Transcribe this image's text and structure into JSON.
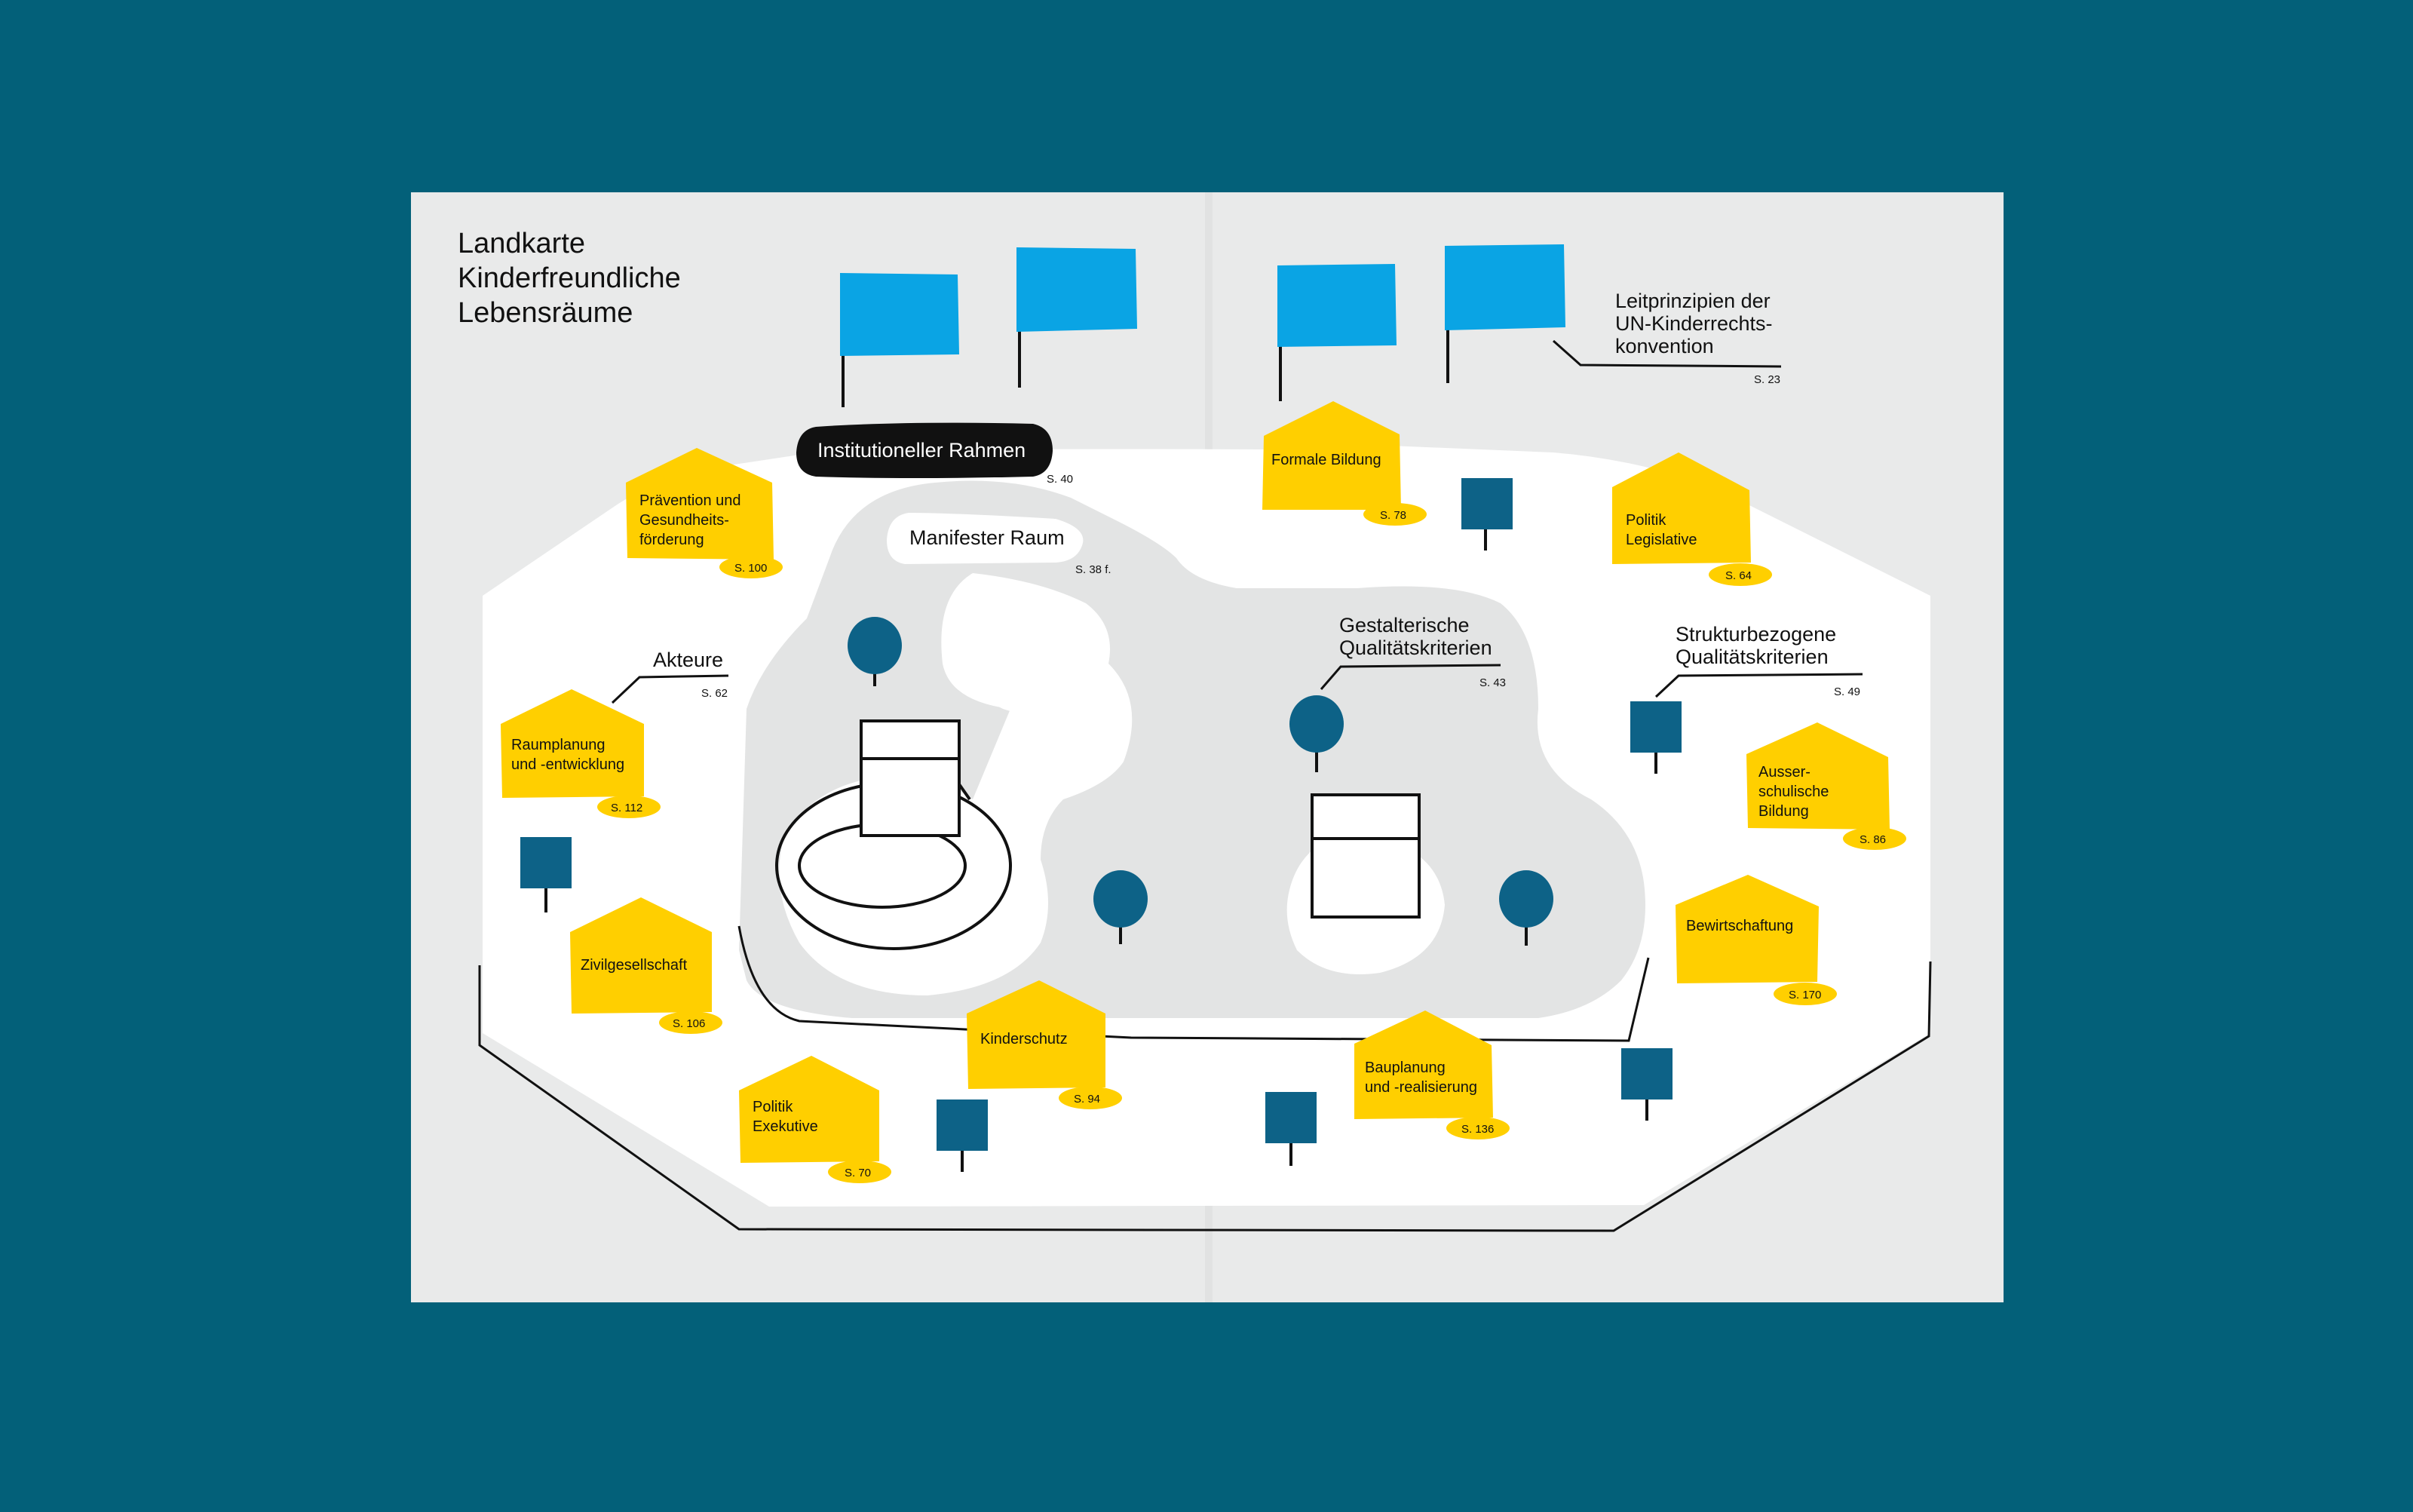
{
  "title": [
    "Landkarte",
    "Kinderfreundliche",
    "Lebensräume"
  ],
  "colors": {
    "background": "#036079",
    "page": "#e9eaea",
    "island": "#ffffff",
    "inner_area": "#e3e4e4",
    "flag": "#0aa4e4",
    "house": "#ffcf00",
    "tree": "#0d6287",
    "outline": "#111111"
  },
  "labels": {
    "leitprinzipien": {
      "lines": [
        "Leitprinzipien der",
        "UN-Kinderrechts-",
        "konvention"
      ],
      "page": "S. 23"
    },
    "institutioneller": {
      "text": "Institutioneller Rahmen",
      "page": "S. 40"
    },
    "manifester": {
      "text": "Manifester Raum",
      "page": "S. 38 f."
    },
    "akteure": {
      "text": "Akteure",
      "page": "S. 62"
    },
    "gestalterische": {
      "lines": [
        "Gestalterische",
        "Qualitätskriterien"
      ],
      "page": "S. 43"
    },
    "strukturbezogene": {
      "lines": [
        "Strukturbezogene",
        "Qualitätskriterien"
      ],
      "page": "S. 49"
    }
  },
  "houses": [
    {
      "id": "praevention",
      "lines": [
        "Prävention und",
        "Gesundheits-",
        "förderung"
      ],
      "page": "S. 100"
    },
    {
      "id": "formale-bildung",
      "lines": [
        "Formale Bildung"
      ],
      "page": "S. 78"
    },
    {
      "id": "politik-legislative",
      "lines": [
        "Politik",
        "Legislative"
      ],
      "page": "S. 64"
    },
    {
      "id": "raumplanung",
      "lines": [
        "Raumplanung",
        "und -entwicklung"
      ],
      "page": "S. 112"
    },
    {
      "id": "ausserschulische",
      "lines": [
        "Ausser-",
        "schulische",
        "Bildung"
      ],
      "page": "S. 86"
    },
    {
      "id": "zivilgesellschaft",
      "lines": [
        "Zivilgesellschaft"
      ],
      "page": "S. 106"
    },
    {
      "id": "bewirtschaftung",
      "lines": [
        "Bewirtschaftung"
      ],
      "page": "S. 170"
    },
    {
      "id": "kinderschutz",
      "lines": [
        "Kinderschutz"
      ],
      "page": "S. 94"
    },
    {
      "id": "bauplanung",
      "lines": [
        "Bauplanung",
        "und -realisierung"
      ],
      "page": "S. 136"
    },
    {
      "id": "politik-exekutive",
      "lines": [
        "Politik",
        "Exekutive"
      ],
      "page": "S. 70"
    }
  ]
}
